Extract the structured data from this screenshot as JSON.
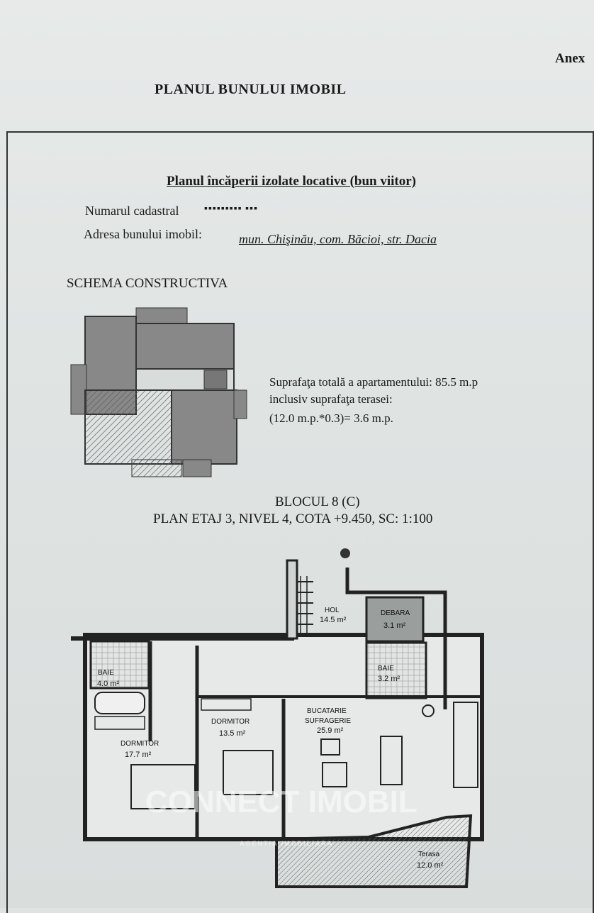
{
  "header": {
    "annex": "Anex",
    "title": "PLANUL BUNULUI IMOBIL"
  },
  "section": {
    "subtitle": "Planul încăperii izolate locative (bun viitor)",
    "cadastral_label": "Numarul cadastral",
    "cadastral_value": "▪▪▪▪▪▪▪▪▪ ▪▪▪",
    "address_label": "Adresa bunului imobil:",
    "address_value": "mun. Chişinău, com. Băcioi, str. Dacia"
  },
  "schema": {
    "title": "SCHEMA CONSTRUCTIVA",
    "surface_line1": "Suprafaţa totală a apartamentului: 85.5 m.p",
    "surface_line2": "inclusiv suprafaţa terasei:",
    "surface_line3": "(12.0 m.p.*0.3)= 3.6 m.p."
  },
  "plan": {
    "block": "BLOCUL 8 (C)",
    "level": "PLAN ETAJ 3, NIVEL 4, COTA +9.450, SC: 1:100",
    "rooms": [
      {
        "name": "HOL",
        "area": "14.5 m²"
      },
      {
        "name": "DEBARA",
        "area": "3.1 m²"
      },
      {
        "name": "BAIE",
        "area": "4.0 m²"
      },
      {
        "name": "BAIE",
        "area": "3.2 m²"
      },
      {
        "name": "DORMITOR",
        "area": "13.5 m²"
      },
      {
        "name": "DORMITOR",
        "area": "17.7 m²"
      },
      {
        "name": "BUCATARIE",
        "area": ""
      },
      {
        "name": "SUFRAGERIE",
        "area": "25.9 m²"
      },
      {
        "name": "Terasa",
        "area": "12.0 m²"
      }
    ]
  },
  "watermark": {
    "brand": "CONNECT IMOBIL",
    "tagline": "AGENTIA IMOBILIARA"
  }
}
